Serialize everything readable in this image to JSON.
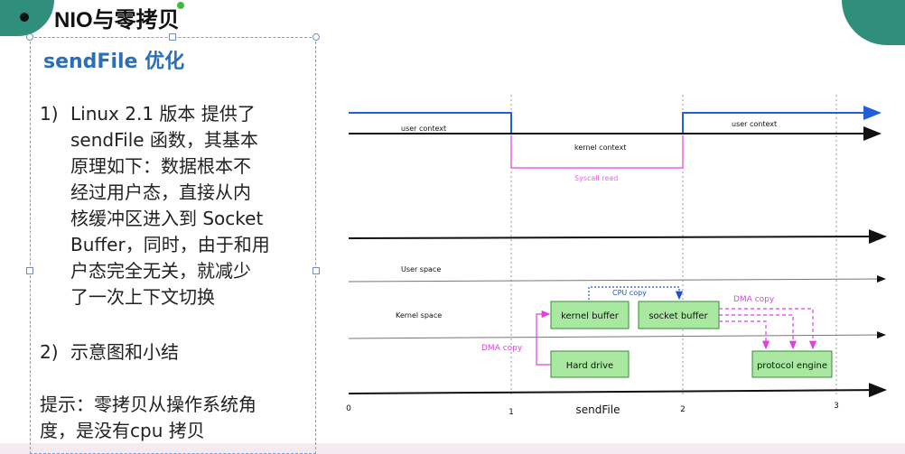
{
  "slide": {
    "title": "NIO与零拷贝",
    "subtitle": "sendFile 优化"
  },
  "points": [
    {
      "num": "1)",
      "lines": [
        "Linux 2.1 版本 提供了",
        "sendFile 函数，其基本",
        "原理如下：数据根本不",
        "经过用户态，直接从内",
        "核缓冲区进入到 Socket",
        "Buffer，同时，由于和用",
        "户态完全无关，就减少",
        "了一次上下文切换"
      ]
    },
    {
      "num": "2)",
      "lines": [
        "示意图和小结"
      ]
    }
  ],
  "tip": {
    "lines": [
      "提示：零拷贝从操作系统角",
      "度，是没有cpu 拷贝"
    ]
  },
  "diagram": {
    "user_context_left": "user context",
    "user_context_right": "user context",
    "kernel_context": "kernel context",
    "syscall_read": "Syscall read",
    "user_space": "User space",
    "kernel_space": "Kernel space",
    "cpu_copy": "CPU copy",
    "dma_copy_top": "DMA copy",
    "dma_copy_left": "DMA copy",
    "boxes": {
      "kernel_buffer": "kernel buffer",
      "socket_buffer": "socket buffer",
      "hard_drive": "Hard drive",
      "protocol_engine": "protocol engine"
    },
    "ticks": [
      "0",
      "1",
      "2",
      "3"
    ],
    "axis_label": "sendFile",
    "colors": {
      "user_line": "#2060d8",
      "syscall": "#f060e0",
      "cpu_copy": "#2050d0",
      "dma_copy": "#e040e0",
      "box_fill": "#a8e8a0",
      "box_border": "#3a8a3a"
    }
  }
}
